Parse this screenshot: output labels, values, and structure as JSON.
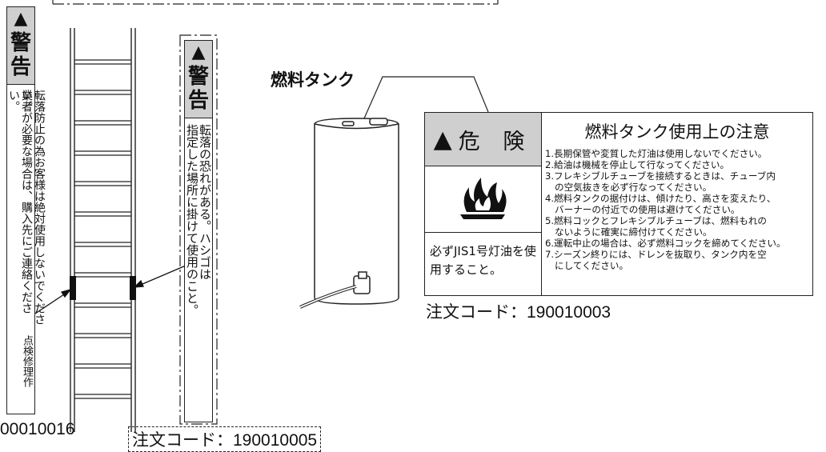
{
  "left_strip": {
    "triangle": "▲",
    "header": "警\n告",
    "col1": "転落防止の為お客様は絶対使用しないでください。",
    "col2": "業者が必要な場合は、購入先にご連絡ください。",
    "col3": "点検修理作"
  },
  "left_code": "00010016",
  "mid_strip": {
    "triangle": "▲",
    "header": "警\n告",
    "col1": "転落の恐れがある。ハシゴは",
    "col2": "指定した場所に掛けて使用のこと。"
  },
  "mid_code": "注文コード：190010005",
  "tank_title": "燃料タンク",
  "label": {
    "danger_triangle": "▲",
    "danger_text": "危 険",
    "jis_text": "必ずJIS1号灯油を使用すること。",
    "title": "燃料タンク使用上の注意",
    "notes": [
      {
        "text": "1.長期保管や変質した灯油は使用しないでください。",
        "cont": false
      },
      {
        "text": "2.給油は機械を停止して行なってください。",
        "cont": false
      },
      {
        "text": "3.フレキシブルチューブを接続するときは、チューブ内",
        "cont": false
      },
      {
        "text": "の空気抜きを必ず行なってください。",
        "cont": true
      },
      {
        "text": "4.燃料タンクの据付けは、傾けたり、高さを変えたり、",
        "cont": false
      },
      {
        "text": "バーナーの付近での使用は避けてください。",
        "cont": true
      },
      {
        "text": "5.燃料コックとフレキシブルチューブは、燃料もれの",
        "cont": false
      },
      {
        "text": "ないように確実に締付けてください。",
        "cont": true
      },
      {
        "text": "6.運転中止の場合は、必ず燃料コックを締めてください。",
        "cont": false
      },
      {
        "text": "7.シーズン終りには、ドレンを抜取り、タンク内を空",
        "cont": false
      },
      {
        "text": "にしてください。",
        "cont": true
      }
    ]
  },
  "tank_code": "注文コード：190010003"
}
